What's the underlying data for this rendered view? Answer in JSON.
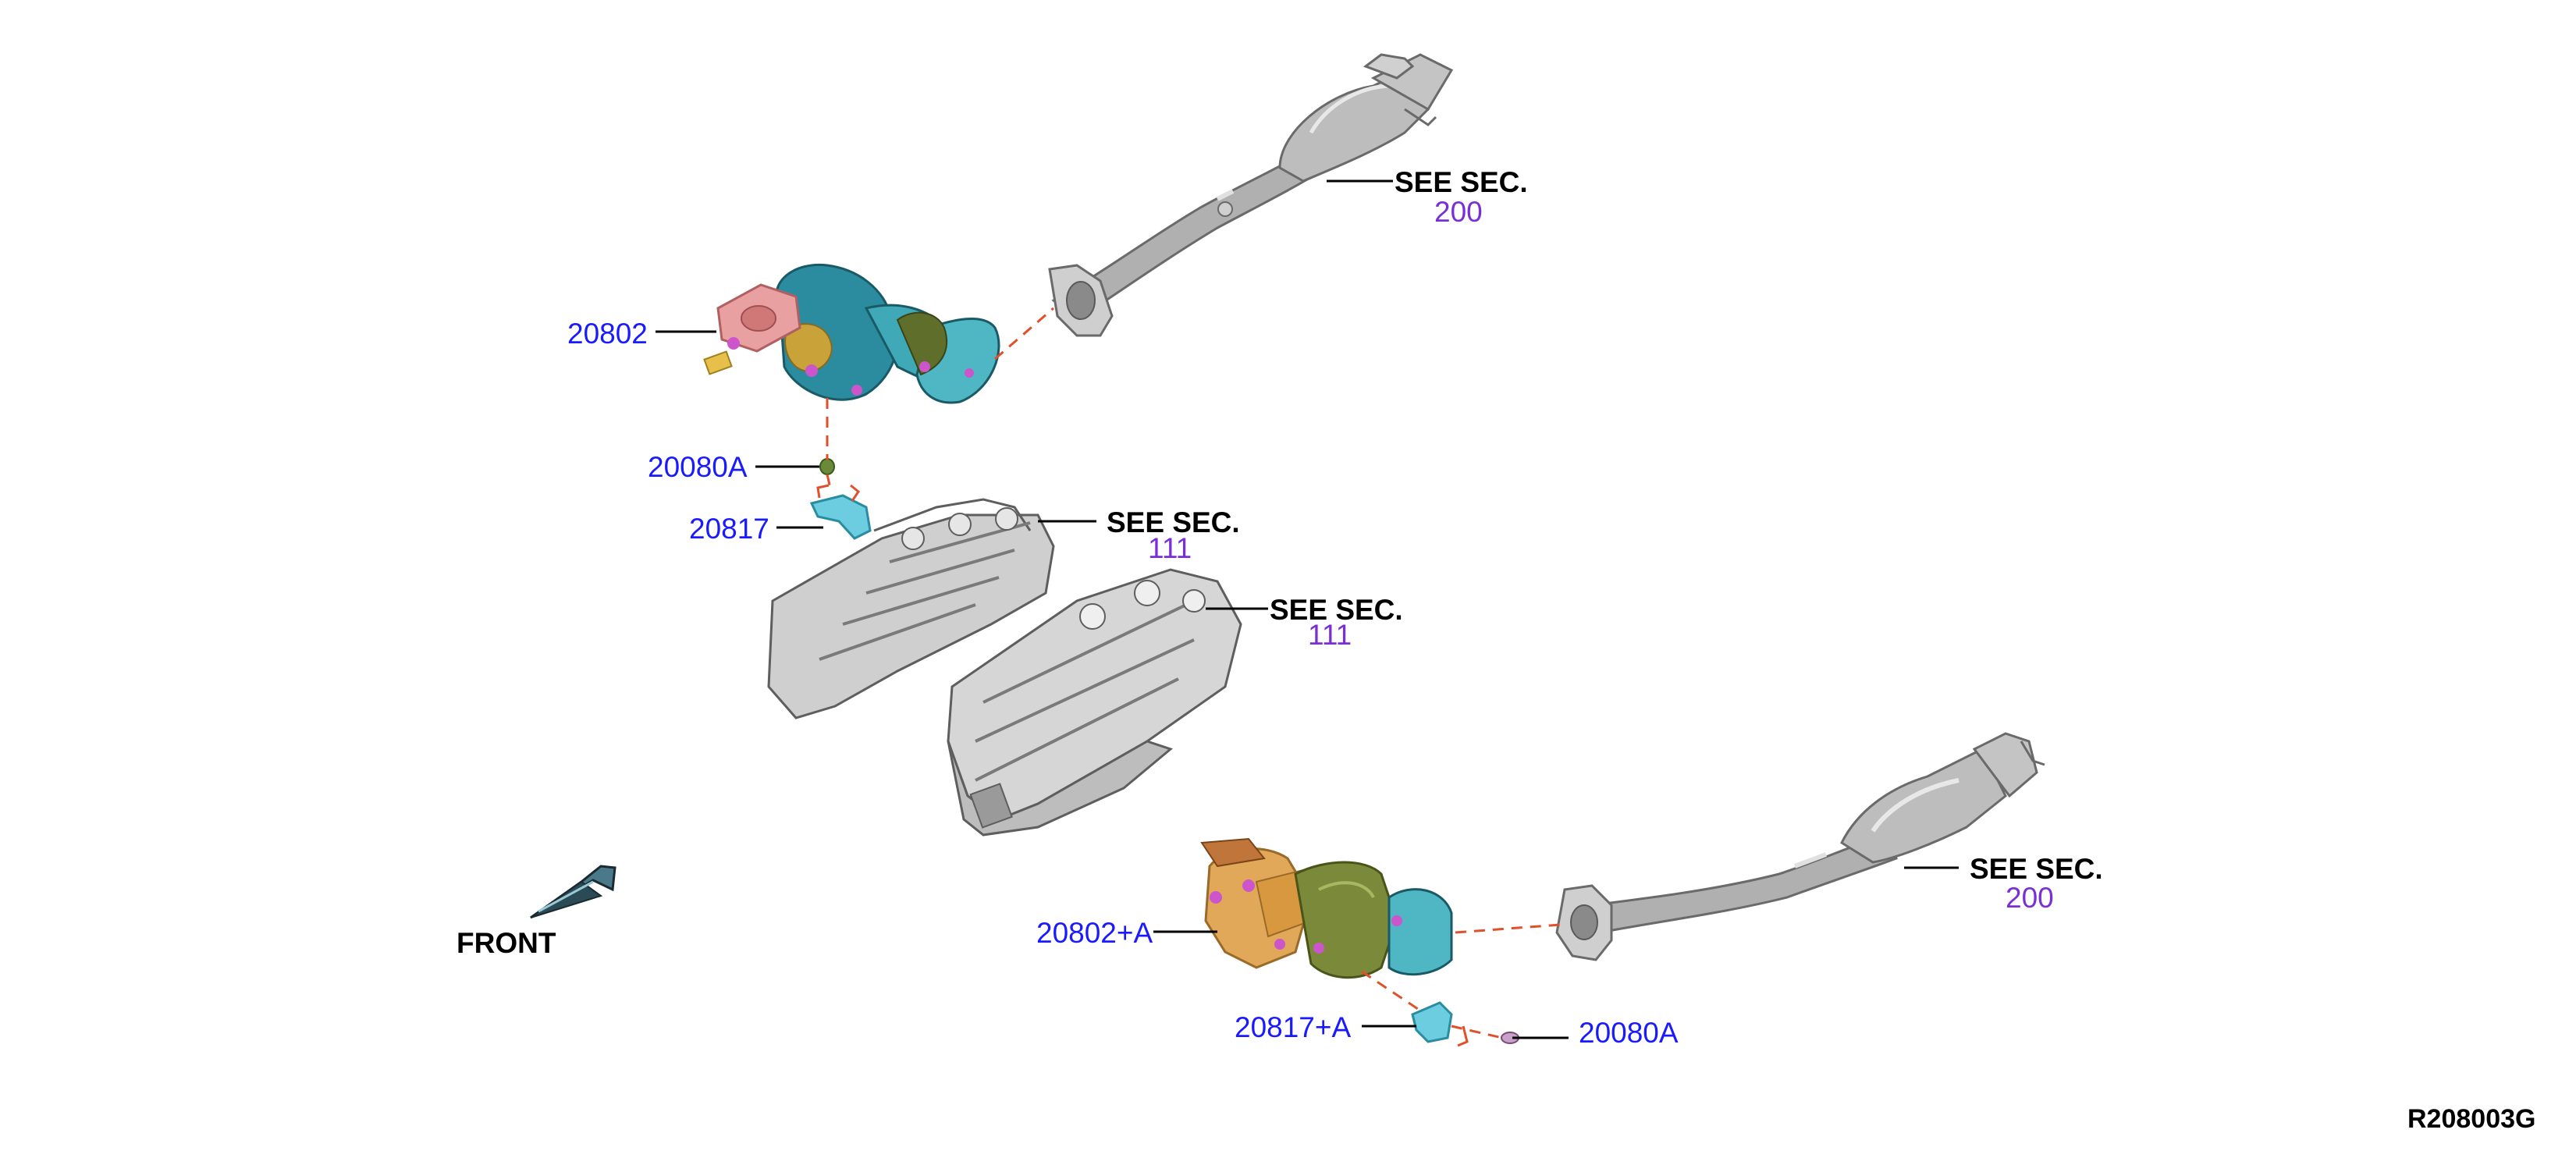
{
  "labels": {
    "part_20802": "20802",
    "part_20080a_upper": "20080A",
    "part_20817": "20817",
    "part_20802a": "20802+A",
    "part_20817a": "20817+A",
    "part_20080a_lower": "20080A",
    "see_sec": "SEE SEC.",
    "sec_200": "200",
    "sec_111": "111",
    "front": "FRONT",
    "diagram_code": "R208003G"
  },
  "colors": {
    "part_number": "#1a1aff",
    "section_number": "#7a2fd6",
    "leader_line": "#000000",
    "dashed_line": "#e0502a",
    "pipe_metal": "#a8a8a8",
    "heat_shield_teal": "#3fa9b8",
    "converter_green": "#7a8a3a",
    "flange_pink": "#e8a0a0",
    "manifold_orange": "#d9a050",
    "engine_gray": "#c8c8c8"
  }
}
